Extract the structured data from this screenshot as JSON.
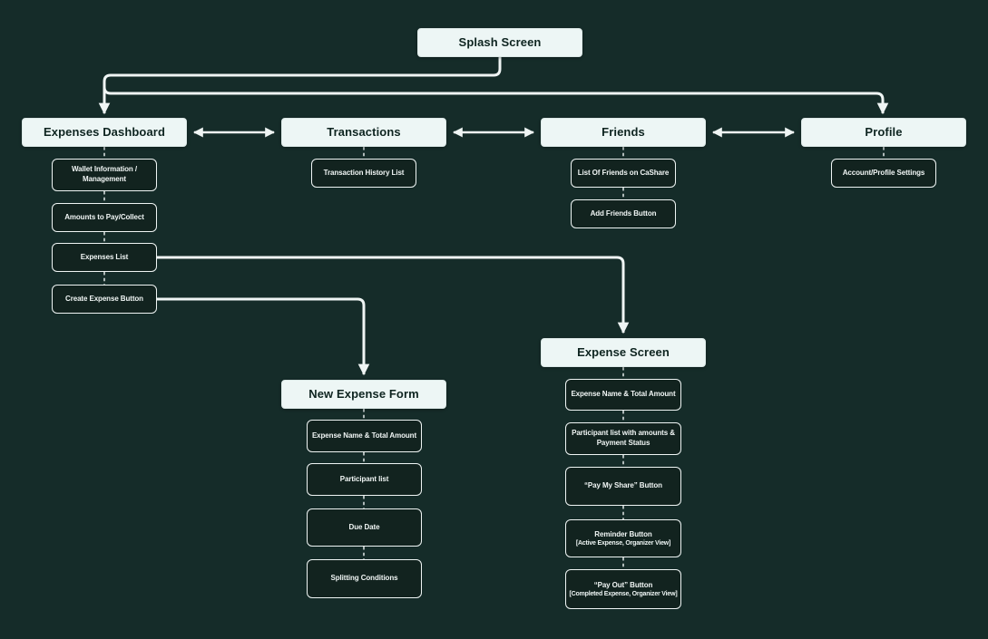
{
  "colors": {
    "background": "#152C29",
    "node_light_bg": "#EDF6F5",
    "node_dark_bg": "#12231F",
    "node_border": "#EFF5F4",
    "text_dark": "#0E2420",
    "text_light": "#F1F6F5",
    "connector": "#EFF5F4"
  },
  "diagram": {
    "splash": {
      "label": "Splash Screen"
    },
    "main_screens": [
      {
        "label": "Expenses Dashboard",
        "children": [
          {
            "label": "Wallet Information /\nManagement"
          },
          {
            "label": "Amounts to Pay/Collect"
          },
          {
            "label": "Expenses List"
          },
          {
            "label": "Create Expense Button"
          }
        ]
      },
      {
        "label": "Transactions",
        "children": [
          {
            "label": "Transaction History List"
          }
        ]
      },
      {
        "label": "Friends",
        "children": [
          {
            "label": "List Of Friends on CaShare"
          },
          {
            "label": "Add Friends Button"
          }
        ]
      },
      {
        "label": "Profile",
        "children": [
          {
            "label": "Account/Profile Settings"
          }
        ]
      }
    ],
    "expense_screen": {
      "label": "Expense Screen",
      "children": [
        {
          "label": "Expense Name & Total Amount"
        },
        {
          "label": "Participant list with amounts &\nPayment Status"
        },
        {
          "label": "“Pay My Share” Button"
        },
        {
          "label": "Reminder Button",
          "note": "[Active Expense, Organizer View]"
        },
        {
          "label": "“Pay Out” Button",
          "note": "[Completed Expense, Organizer View]"
        }
      ]
    },
    "new_expense_form": {
      "label": "New Expense Form",
      "children": [
        {
          "label": "Expense Name & Total Amount"
        },
        {
          "label": "Participant list"
        },
        {
          "label": "Due Date"
        },
        {
          "label": "Splitting Conditions"
        }
      ]
    }
  }
}
